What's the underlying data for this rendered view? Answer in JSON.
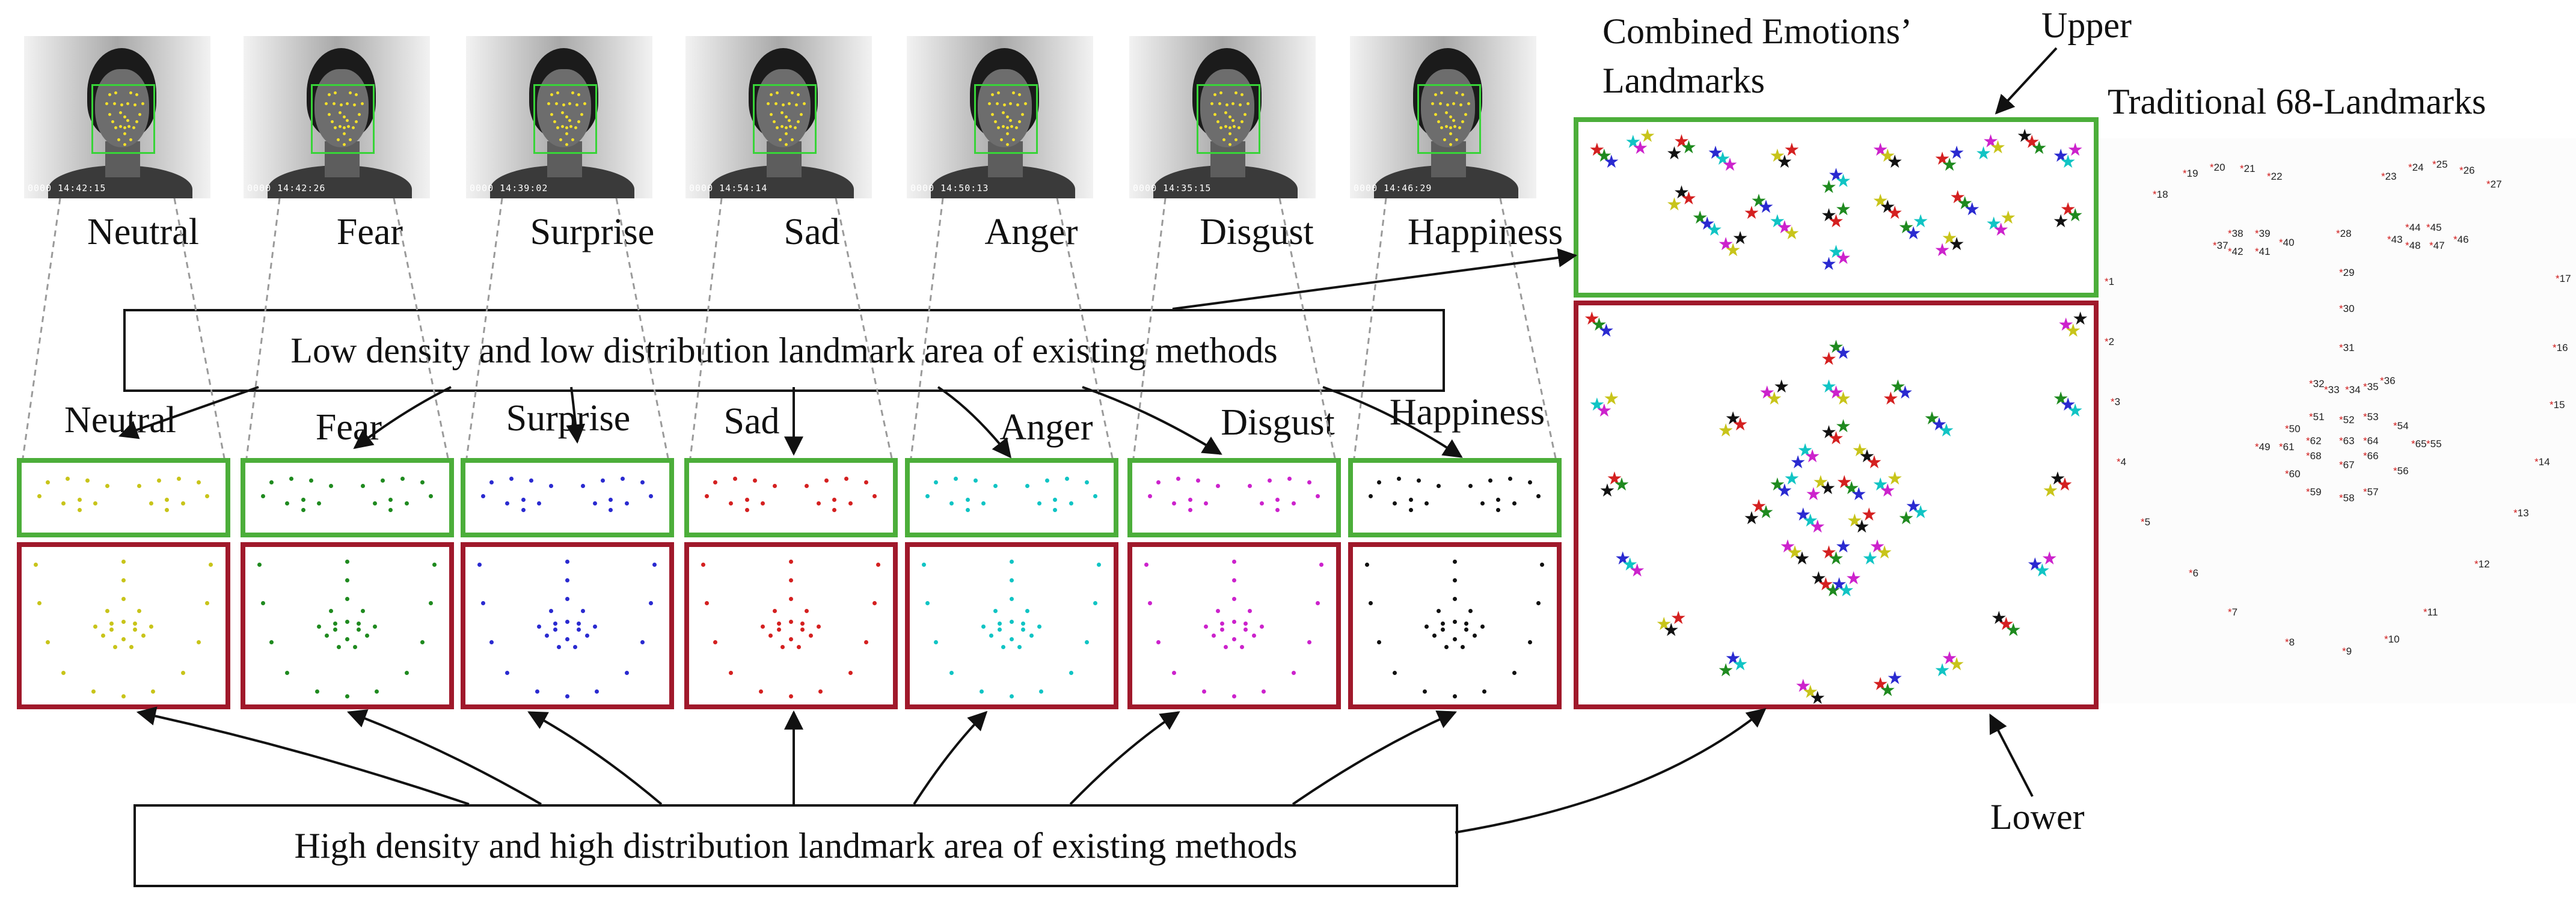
{
  "photos": [
    {
      "emotion": "Neutral",
      "stamp": "0000 14:42:15"
    },
    {
      "emotion": "Fear",
      "stamp": "0000 14:42:26"
    },
    {
      "emotion": "Surprise",
      "stamp": "0000 14:39:02"
    },
    {
      "emotion": "Sad",
      "stamp": "0000 14:54:14"
    },
    {
      "emotion": "Anger",
      "stamp": "0000 14:50:13"
    },
    {
      "emotion": "Disgust",
      "stamp": "0000 14:35:15"
    },
    {
      "emotion": "Happiness",
      "stamp": "0000 14:46:29"
    }
  ],
  "panel_labels": [
    "Neutral",
    "Fear",
    "Surprise",
    "Sad",
    "Anger",
    "Disgust",
    "Happiness"
  ],
  "emotion_colors": [
    "#c8c41a",
    "#1f8a1f",
    "#2a2ad0",
    "#d42020",
    "#10c4c4",
    "#cc22cc",
    "#111111"
  ],
  "low_density_label": "Low density and low distribution landmark area of existing methods",
  "high_density_label": "High density and high distribution landmark area of existing methods",
  "combined_title": "Combined Emotions’ Landmarks",
  "combined_title_line1": "Combined Emotions’",
  "combined_title_line2": "Landmarks",
  "upper_label": "Upper",
  "lower_label": "Lower",
  "traditional_title": "Traditional 68-Landmarks",
  "panel_colors": {
    "upper_border": "#4cae3a",
    "lower_border": "#a0192b",
    "marker": "#d01c1c"
  },
  "star_colors": [
    "#d42020",
    "#1f8a1f",
    "#2a2ad0",
    "#10c4c4",
    "#cc22cc",
    "#c8c41a",
    "#111111"
  ],
  "traditional_numbers": [
    "1",
    "2",
    "3",
    "4",
    "5",
    "6",
    "7",
    "8",
    "9",
    "10",
    "11",
    "12",
    "13",
    "14",
    "15",
    "16",
    "17",
    "18",
    "19",
    "20",
    "21",
    "22",
    "23",
    "24",
    "25",
    "26",
    "27",
    "28",
    "29",
    "30",
    "31",
    "32",
    "33",
    "34",
    "35",
    "36",
    "37",
    "38",
    "39",
    "40",
    "41",
    "42",
    "43",
    "44",
    "45",
    "46",
    "47",
    "48",
    "49",
    "50",
    "51",
    "52",
    "53",
    "54",
    "55",
    "56",
    "57",
    "58",
    "59",
    "60",
    "61",
    "62",
    "63",
    "64",
    "65",
    "66",
    "67",
    "68"
  ]
}
